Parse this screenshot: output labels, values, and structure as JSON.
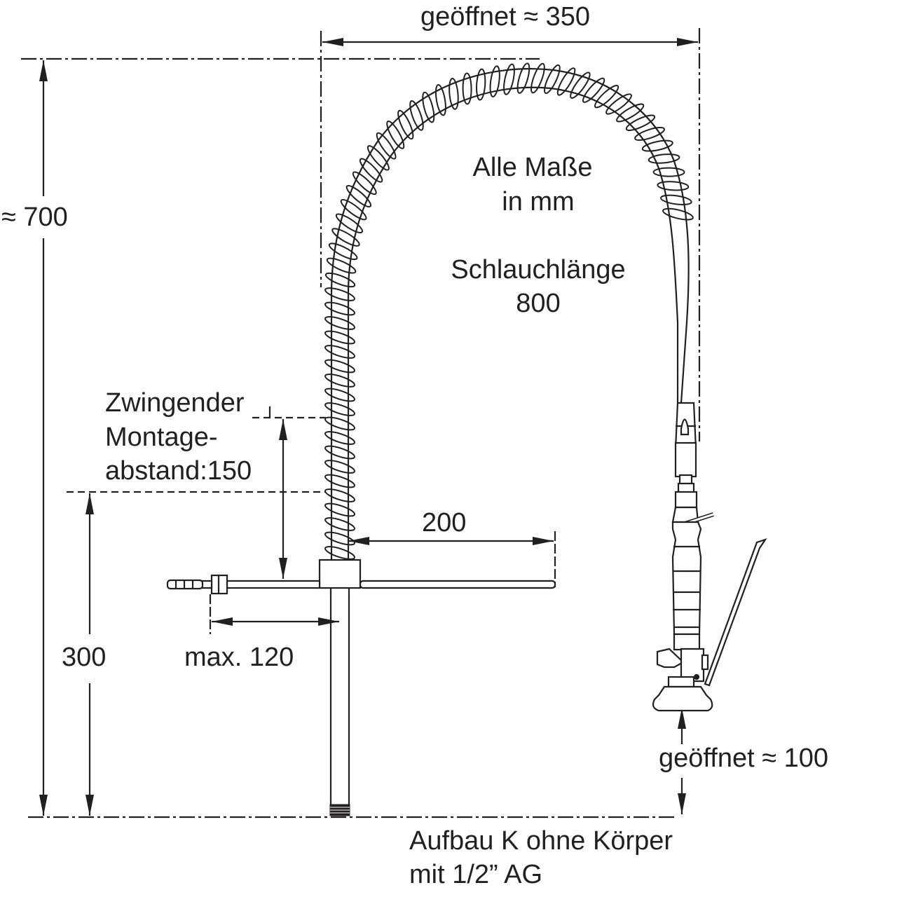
{
  "labels": {
    "width_open": "geöffnet ≈ 350",
    "height_total": "≈ 700",
    "units_line1": "Alle Maße",
    "units_line2": "in mm",
    "hose_line1": "Schlauchlänge",
    "hose_line2": "800",
    "mount_line1": "Zwingender",
    "mount_line2": "Montage-",
    "mount_line3": "abstand:150",
    "spout_length": "200",
    "height_300": "300",
    "max_120": "max. 120",
    "open_100": "geöffnet ≈ 100",
    "footer_line1": "Aufbau K ohne Körper",
    "footer_line2": "mit 1/2” AG"
  },
  "colors": {
    "line": "#231f20",
    "background": "#ffffff"
  }
}
